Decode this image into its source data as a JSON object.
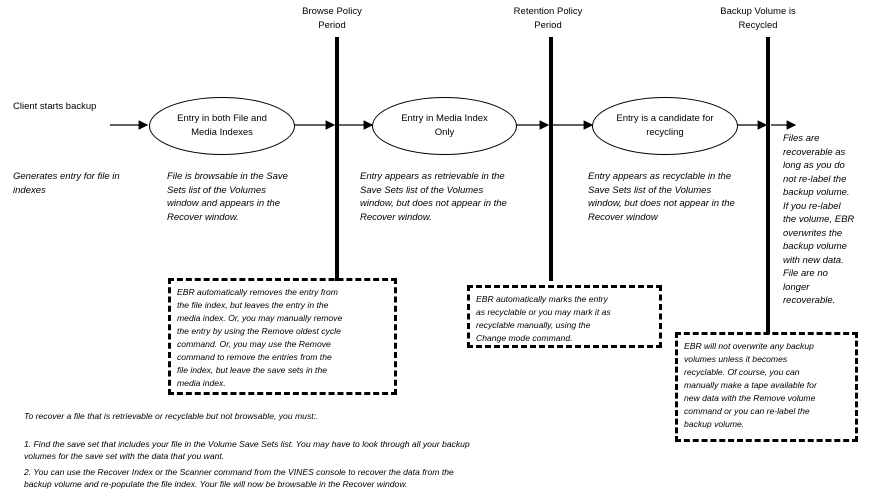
{
  "headers": {
    "browse": "Browse Policy\nPeriod",
    "retention": "Retention Policy\nPeriod",
    "recycled": "Backup Volume is\nRecycled"
  },
  "start": {
    "label": "Client starts backup",
    "note": "Generates entry for file in\nindexes"
  },
  "stages": [
    {
      "label": "Entry in both File and\nMedia Indexes",
      "note": "File is browsable in the Save\nSets list of the Volumes\nwindow and appears in the\nRecover window."
    },
    {
      "label": "Entry in Media Index\nOnly",
      "note": "Entry appears as retrievable in the\nSave Sets list of the Volumes\nwindow, but does not appear in the\nRecover window."
    },
    {
      "label": "Entry is a candidate for\nrecycling",
      "note": "Entry appears as recyclable in the\nSave Sets list of the Volumes\nwindow, but does not appear in the\nRecover window"
    }
  ],
  "end_note": "Files are\nrecoverable as\nlong as you do\nnot re-label the\nbackup volume.\nIf you re-label\nthe volume, EBR\noverwrites the\nbackup volume\nwith new data.\nFile are no\nlonger\nrecoverable.",
  "boxes": {
    "browse": "EBR automatically removes the entry from\nthe file index, but leaves the entry in the\nmedia index. Or, you may manually remove\nthe entry by using the Remove oldest cycle\ncommand. Or, you may use the Remove\ncommand to remove the entries from the\nfile index, but leave the save sets in the\nmedia index.",
    "retention": "EBR automatically marks the entry\nas recyclable or you may mark it as\nrecyclable manually, using the\nChange mode command.",
    "recycled": "EBR will not overwrite any backup\nvolumes unless it becomes\nrecyclable. Of course, you can\nmanually make a tape available for\nnew data with the Remove volume\ncommand or you can re-label the\nbackup volume."
  },
  "instructions": {
    "intro": "To recover a file that is retrievable or recyclable but not browsable, you must:.",
    "step1": "1. Find the save set that includes your file in the Volume Save Sets list. You may have to look through all your backup\nvolumes for the save set with the data that you want.",
    "step2": "2. You can use the Recover Index or the Scanner command from the VINES console to recover the data from the\nbackup volume and re-populate the file index. Your file will now be browsable in the Recover window."
  }
}
